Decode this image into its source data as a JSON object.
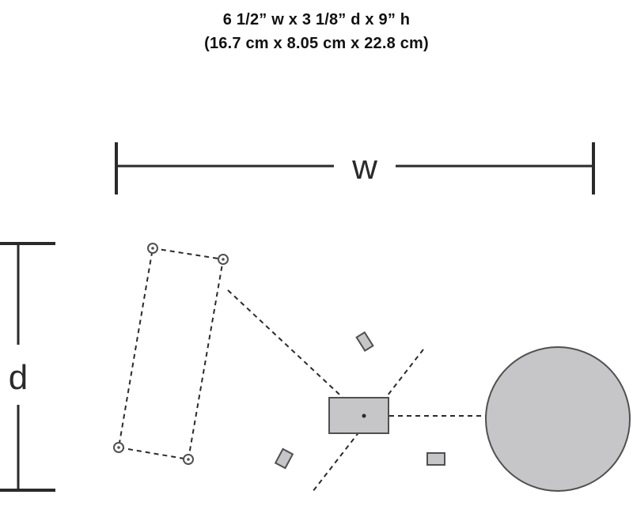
{
  "header": {
    "line1": "6 1/2” w x 3 1/8” d x 9” h",
    "line2": "(16.7 cm x 8.05 cm x 22.8 cm)"
  },
  "dimensions": {
    "width_label": "w",
    "depth_label": "d"
  },
  "colors": {
    "stroke": "#2a2a2a",
    "component_fill": "#c6c6c8",
    "component_stroke": "#505050"
  }
}
